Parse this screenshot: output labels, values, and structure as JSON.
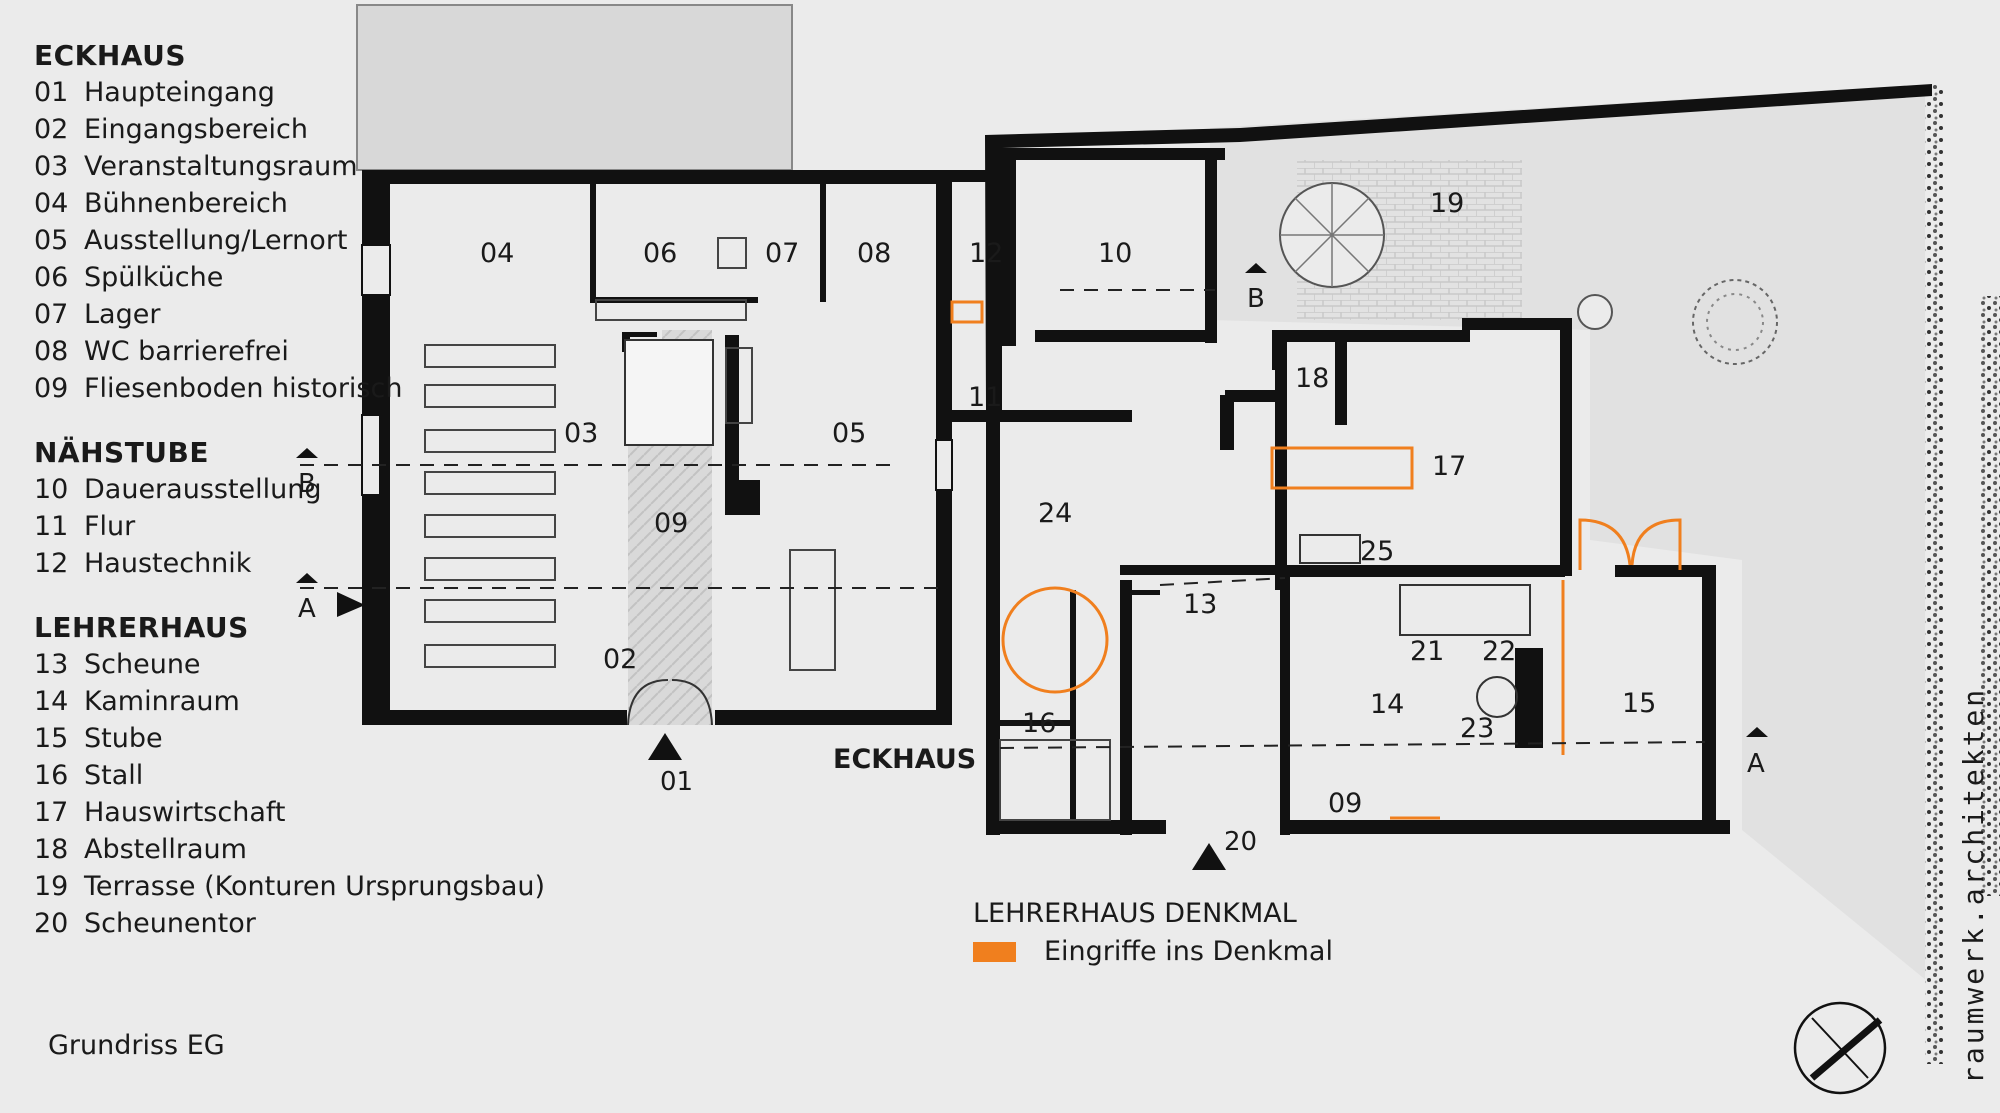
{
  "colors": {
    "accent": "#f07f1e",
    "wall": "#111111",
    "background": "#ebebeb",
    "tile": "#d6d6d6"
  },
  "legend": [
    {
      "title": "ECKHAUS",
      "items": [
        {
          "num": "01",
          "label": "Haupteingang"
        },
        {
          "num": "02",
          "label": "Eingangsbereich"
        },
        {
          "num": "03",
          "label": "Veranstaltungsraum"
        },
        {
          "num": "04",
          "label": "Bühnenbereich"
        },
        {
          "num": "05",
          "label": "Ausstellung/Lernort"
        },
        {
          "num": "06",
          "label": "Spülküche"
        },
        {
          "num": "07",
          "label": "Lager"
        },
        {
          "num": "08",
          "label": "WC barrierefrei"
        },
        {
          "num": "09",
          "label": "Fliesenboden historisch"
        }
      ]
    },
    {
      "title": "NÄHSTUBE",
      "items": [
        {
          "num": "10",
          "label": "Dauerausstellung"
        },
        {
          "num": "11",
          "label": "Flur"
        },
        {
          "num": "12",
          "label": "Haustechnik"
        }
      ]
    },
    {
      "title": "LEHRERHAUS",
      "items": [
        {
          "num": "13",
          "label": "Scheune"
        },
        {
          "num": "14",
          "label": "Kaminraum"
        },
        {
          "num": "15",
          "label": "Stube"
        },
        {
          "num": "16",
          "label": "Stall"
        },
        {
          "num": "17",
          "label": "Hauswirtschaft"
        },
        {
          "num": "18",
          "label": "Abstellraum"
        },
        {
          "num": "19",
          "label": "Terrasse (Konturen Ursprungsbau)"
        },
        {
          "num": "20",
          "label": "Scheunentor"
        }
      ]
    }
  ],
  "caption": "Grundriss EG",
  "plan": {
    "room_labels": [
      "04",
      "06",
      "07",
      "08",
      "03",
      "05",
      "09",
      "02",
      "12",
      "10",
      "11",
      "19",
      "18",
      "17",
      "24",
      "25",
      "13",
      "16",
      "14",
      "21",
      "22",
      "23",
      "15",
      "09"
    ],
    "entrance_label": "01",
    "barn_door_label": "20",
    "section_markers": [
      "B",
      "A",
      "B",
      "A"
    ],
    "building_label": "ECKHAUS"
  },
  "denkmal": {
    "title": "LEHRERHAUS DENKMAL",
    "item": "Eingriffe ins Denkmal"
  },
  "architect": "raumwerk.architekten",
  "icons": [
    "north-arrow-icon",
    "umbrella-icon",
    "tree-icon",
    "spiral-stair-icon",
    "stair-icon",
    "section-arrow-icon"
  ]
}
